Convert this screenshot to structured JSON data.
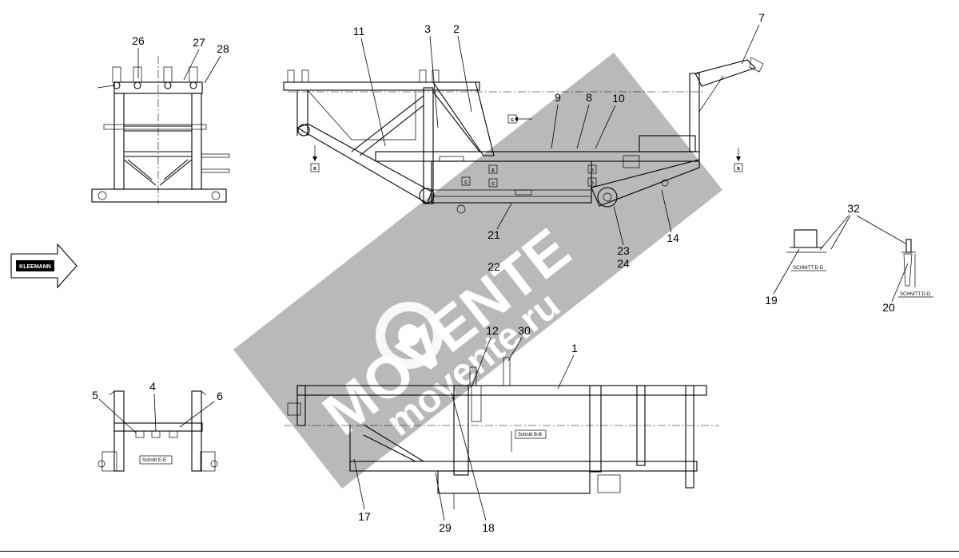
{
  "parts": {
    "p1": "1",
    "p2": "2",
    "p3": "3",
    "p4": "4",
    "p5": "5",
    "p6": "6",
    "p7": "7",
    "p8": "8",
    "p9": "9",
    "p10": "10",
    "p11": "11",
    "p12": "12",
    "p14": "14",
    "p17": "17",
    "p18": "18",
    "p19": "19",
    "p20": "20",
    "p21": "21",
    "p22": "22",
    "p23": "23",
    "p24": "24",
    "p26": "26",
    "p27": "27",
    "p28": "28",
    "p29": "29",
    "p30": "30",
    "p32": "32"
  },
  "sections": {
    "b": "Schnitt B-B",
    "e": "Schnitt E-E",
    "d1": "SCHNITT D-D",
    "d2": "SCHNITT D-D"
  },
  "markers": {
    "B": "B",
    "C": "C",
    "D": "D",
    "E": "E",
    "G": "G"
  },
  "logo": {
    "text": "KLEEMANN"
  },
  "watermark": {
    "brand": "MOVENTE",
    "url": "movente.ru"
  }
}
